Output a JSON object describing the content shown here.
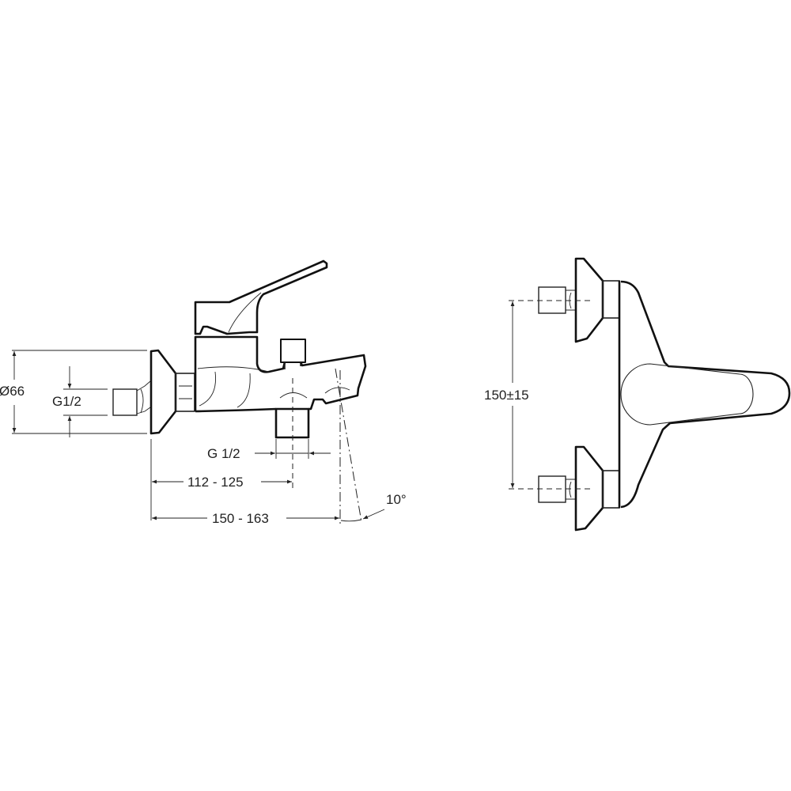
{
  "side_view": {
    "rosette_diameter": "Ø66",
    "inlet_thread": "G1/2",
    "outlet_thread": "G 1/2",
    "outlet_distance": "112 - 125",
    "spout_reach": "150 - 163",
    "spout_angle": "10°"
  },
  "front_view": {
    "inlet_centers": "150±15"
  }
}
